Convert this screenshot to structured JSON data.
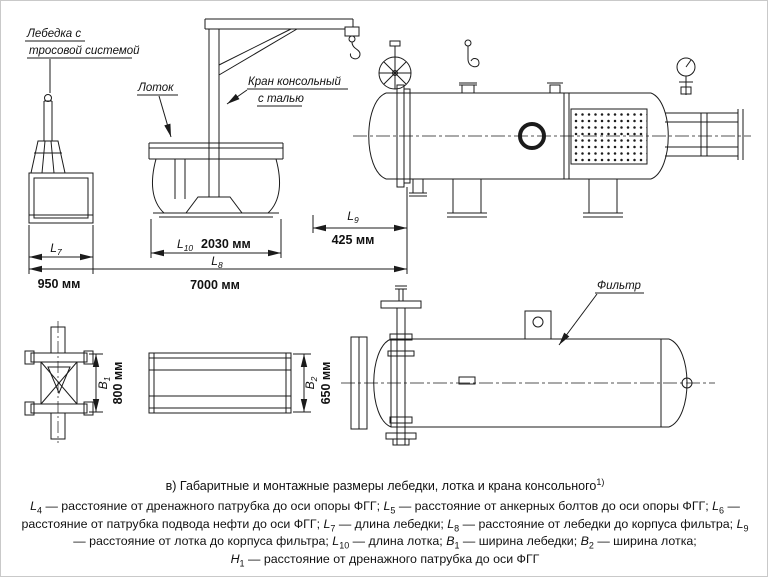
{
  "caption": {
    "text": "в) Габаритные и монтажные размеры лебедки, лотка и крана консольного",
    "note": "1)"
  },
  "labels": {
    "winch_line1": "Лебедка с",
    "winch_line2": "тросовой системой",
    "tray": "Лоток",
    "crane_line1": "Кран консольный",
    "crane_line2": "с талью",
    "filter": "Фильтр"
  },
  "dims": {
    "L7": {
      "sym": "L",
      "sub": "7",
      "value": "950 мм"
    },
    "L8": {
      "sym": "L",
      "sub": "8",
      "value": "7000 мм"
    },
    "L9": {
      "sym": "L",
      "sub": "9",
      "value": "425 мм"
    },
    "L10": {
      "sym": "L",
      "sub": "10",
      "value": "2030 мм"
    },
    "B1": {
      "sym": "B",
      "sub": "1",
      "value": "800 мм"
    },
    "B2": {
      "sym": "B",
      "sub": "2",
      "value": "650 мм"
    }
  },
  "legend": [
    {
      "sym": "L",
      "sub": "4",
      "text": " — расстояние от дренажного патрубка до оси опоры ФГГ; "
    },
    {
      "sym": "L",
      "sub": "5",
      "text": " — расстояние от анкерных болтов до оси опоры ФГГ; "
    },
    {
      "sym": "L",
      "sub": "6",
      "text": " — расстояние от патрубка подвода нефти до оси ФГГ; "
    },
    {
      "sym": "L",
      "sub": "7",
      "text": " — длина лебедки; "
    },
    {
      "sym": "L",
      "sub": "8",
      "text": " — расстояние от лебедки до корпуса фильтра; "
    },
    {
      "sym": "L",
      "sub": "9",
      "text": " — расстояние от лотка до корпуса фильтра; "
    },
    {
      "sym": "L",
      "sub": "10",
      "text": " — длина лотка; "
    },
    {
      "sym": "B",
      "sub": "1",
      "text": " — ширина лебедки; "
    },
    {
      "sym": "B",
      "sub": "2",
      "text": " — ширина лотка; "
    },
    {
      "sym": "H",
      "sub": "1",
      "text": " — расстояние от дренажного патрубка до оси ФГГ"
    }
  ]
}
